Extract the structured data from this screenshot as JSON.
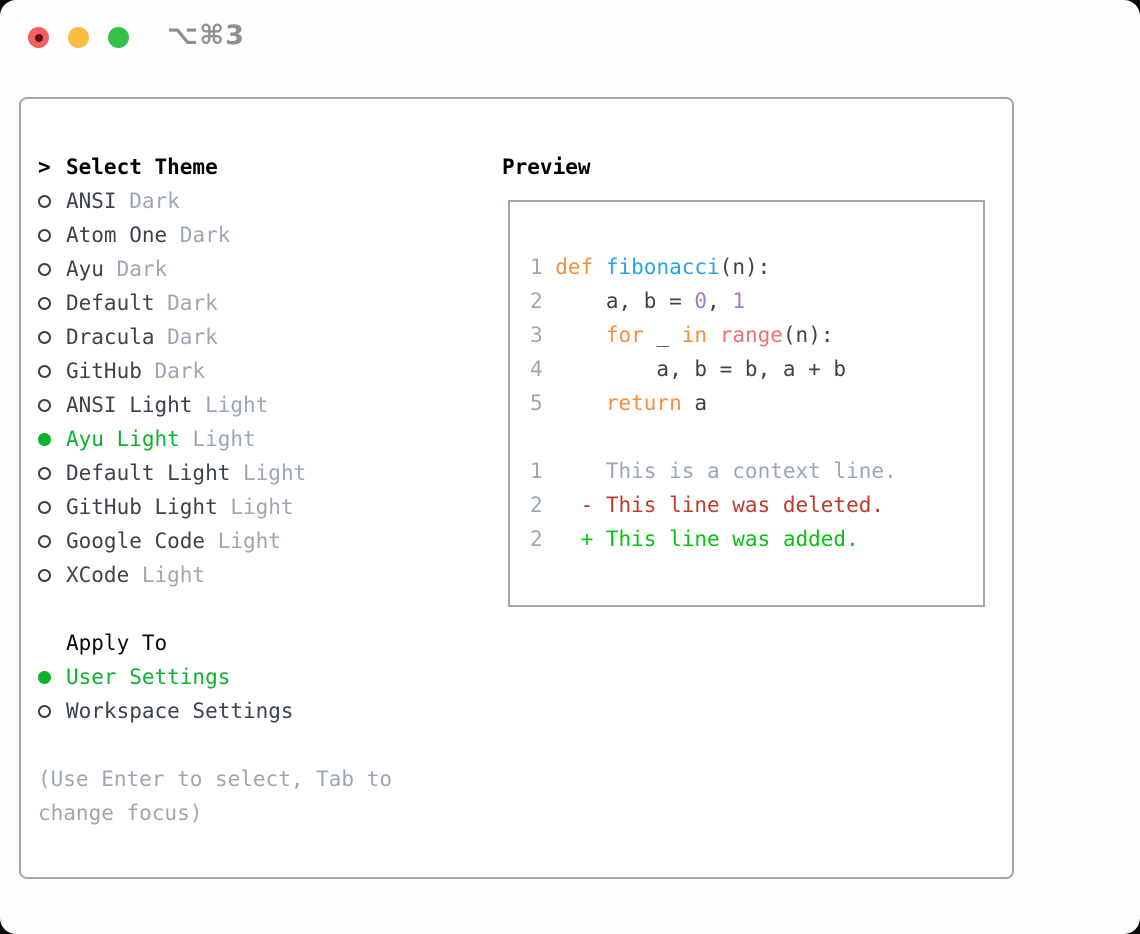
{
  "titlebar": {
    "shortcut_label": "⌥⌘3"
  },
  "colors": {
    "accent_green": "#0bb32e",
    "traffic_red": "#f2605e",
    "traffic_red_dot": "#581210",
    "traffic_yellow": "#f7bd45",
    "traffic_green": "#35c04a",
    "border": "#9fa8b2",
    "text_dark": "#3c434c",
    "text_muted": "#9da7b3",
    "syntax_keyword": "#fa8d3e",
    "syntax_function": "#2ba3e8",
    "syntax_number": "#a37acc",
    "syntax_call": "#f07171",
    "diff_deleted": "#c1392b",
    "diff_added": "#04c412"
  },
  "theme_selector": {
    "header_marker": ">",
    "header": "Select Theme",
    "items": [
      {
        "label": "ANSI",
        "variant": "Dark",
        "selected": false
      },
      {
        "label": "Atom One",
        "variant": "Dark",
        "selected": false
      },
      {
        "label": "Ayu",
        "variant": "Dark",
        "selected": false
      },
      {
        "label": "Default",
        "variant": "Dark",
        "selected": false
      },
      {
        "label": "Dracula",
        "variant": "Dark",
        "selected": false
      },
      {
        "label": "GitHub",
        "variant": "Dark",
        "selected": false
      },
      {
        "label": "ANSI Light",
        "variant": "Light",
        "selected": false
      },
      {
        "label": "Ayu Light",
        "variant": "Light",
        "selected": true
      },
      {
        "label": "Default Light",
        "variant": "Light",
        "selected": false
      },
      {
        "label": "GitHub Light",
        "variant": "Light",
        "selected": false
      },
      {
        "label": "Google Code",
        "variant": "Light",
        "selected": false
      },
      {
        "label": "XCode",
        "variant": "Light",
        "selected": false
      }
    ]
  },
  "apply_to": {
    "header": "Apply To",
    "options": [
      {
        "label": "User Settings",
        "selected": true
      },
      {
        "label": "Workspace Settings",
        "selected": false
      }
    ]
  },
  "footer_hint": "(Use Enter to select, Tab to\nchange focus)",
  "preview": {
    "header": "Preview",
    "lines": [
      {
        "num": "1",
        "tokens": [
          [
            "kw",
            "def"
          ],
          [
            "plain",
            " "
          ],
          [
            "fn",
            "fibonacci"
          ],
          [
            "plain",
            "(n):"
          ]
        ]
      },
      {
        "num": "2",
        "tokens": [
          [
            "plain",
            "    a, b = "
          ],
          [
            "num",
            "0"
          ],
          [
            "plain",
            ", "
          ],
          [
            "num",
            "1"
          ]
        ]
      },
      {
        "num": "3",
        "tokens": [
          [
            "plain",
            "    "
          ],
          [
            "kw",
            "for"
          ],
          [
            "plain",
            " _ "
          ],
          [
            "kw",
            "in"
          ],
          [
            "plain",
            " "
          ],
          [
            "call",
            "range"
          ],
          [
            "plain",
            "(n):"
          ]
        ]
      },
      {
        "num": "4",
        "tokens": [
          [
            "plain",
            "        a, b = b, a + b"
          ]
        ]
      },
      {
        "num": "5",
        "tokens": [
          [
            "plain",
            "    "
          ],
          [
            "kw",
            "return"
          ],
          [
            "plain",
            " a"
          ]
        ]
      },
      {
        "num": "",
        "tokens": []
      },
      {
        "num": "1",
        "tokens": [
          [
            "ctx",
            "    This is a context line."
          ]
        ]
      },
      {
        "num": "2",
        "tokens": [
          [
            "del",
            "  - This line was deleted."
          ]
        ]
      },
      {
        "num": "2",
        "tokens": [
          [
            "add",
            "  + This line was added."
          ]
        ]
      }
    ]
  }
}
